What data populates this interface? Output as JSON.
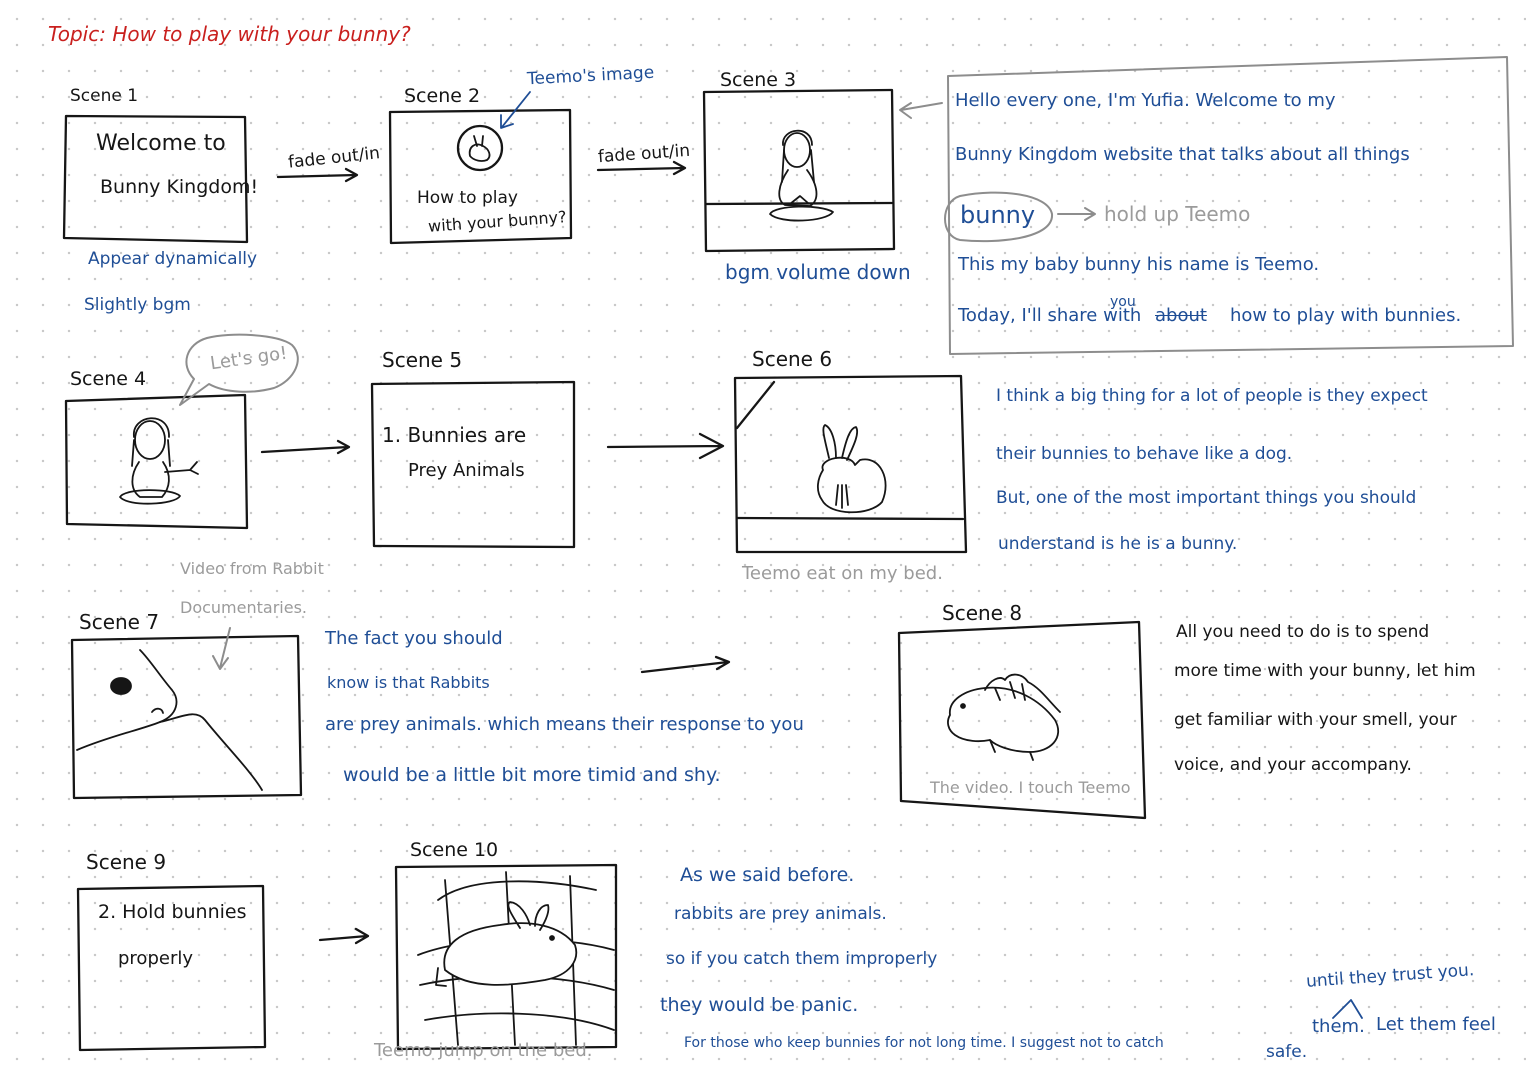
{
  "topic": "Topic: How to play with your bunny?",
  "scenes": {
    "s1": {
      "label": "Scene 1",
      "line1": "Welcome to",
      "line2": "Bunny Kingdom!"
    },
    "s2": {
      "label": "Scene 2",
      "line1": "How to play",
      "line2": "with your bunny?"
    },
    "s3": {
      "label": "Scene 3"
    },
    "s4": {
      "label": "Scene 4"
    },
    "s5": {
      "label": "Scene 5",
      "line1": "1. Bunnies are",
      "line2": "Prey Animals"
    },
    "s6": {
      "label": "Scene 6"
    },
    "s7": {
      "label": "Scene 7"
    },
    "s8": {
      "label": "Scene 8",
      "caption": "The video. I touch Teemo"
    },
    "s9": {
      "label": "Scene 9",
      "line1": "2. Hold bunnies",
      "line2": "properly"
    },
    "s10": {
      "label": "Scene 10"
    }
  },
  "transitions": {
    "t1": "fade out/in",
    "t2": "fade out/in"
  },
  "notes": {
    "teemo_image": "Teemo's image",
    "s1_note1": "Appear dynamically",
    "s1_note2": "Slightly bgm",
    "s3_note": "bgm volume down",
    "lets_go": "Let's go!",
    "video_from1": "Video from Rabbit",
    "video_from2": "Documentaries.",
    "s6_caption": "Teemo eat on my bed.",
    "s10_caption": "Teemo jump on the bed."
  },
  "script3": {
    "line1": "Hello every one, I'm Yufia. Welcome to my",
    "line2": "Bunny Kingdom website that talks about all things",
    "bunny": "bunny",
    "hold_up": "hold up Teemo",
    "line4": "This my baby bunny his name is Teemo.",
    "line5a": "Today, I'll share with",
    "line5_you": "you",
    "line5_about": "about",
    "line5b": "how to play with bunnies."
  },
  "script6": {
    "line1": "I think a big thing for a lot of people is they expect",
    "line2": "their bunnies to behave like a dog.",
    "line3": "But, one of the most important things you should",
    "line4": "understand is he is a bunny."
  },
  "script7": {
    "line1": "The fact you should",
    "line2": "know is that Rabbits",
    "line3": "are prey animals. which means their response to you",
    "line4": "would be a little bit more timid and shy."
  },
  "script8": {
    "line1": "All you need to do is to spend",
    "line2": "more time with your bunny, let him",
    "line3": "get familiar with your smell, your",
    "line4": "voice, and your accompany."
  },
  "script10": {
    "line1": "As we said before.",
    "line2": "rabbits are prey animals.",
    "line3": "so if you catch them improperly",
    "line4": "they would be panic.",
    "line5": "For those who keep bunnies for not long time. I suggest not to catch",
    "them": "them.",
    "until": "until they trust you.",
    "line5c": "Let them feel",
    "safe": "safe."
  },
  "colors": {
    "red": "#c9201e",
    "blue": "#1f4e96",
    "black": "#161616",
    "gray": "#9b9b9b"
  }
}
